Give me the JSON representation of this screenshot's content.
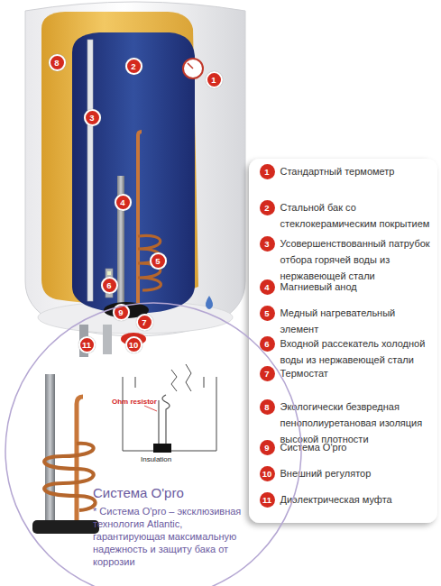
{
  "diagram": {
    "nodes": [
      {
        "text": [
          "8"
        ]
      },
      {
        "text": [
          "2"
        ]
      },
      {
        "text": [
          "1"
        ]
      },
      {
        "text": [
          "3"
        ]
      },
      {
        "text": [
          "4"
        ]
      },
      {
        "text": [
          "5"
        ]
      },
      {
        "text": [
          "6"
        ]
      },
      {
        "text": [
          "9"
        ]
      },
      {
        "text": [
          "7"
        ]
      },
      {
        "text": [
          "11"
        ]
      },
      {
        "text": [
          "10"
        ]
      },
      {
        "text": [
          "1",
          "Стандартный термометр"
        ]
      },
      {
        "text": [
          "2",
          "Стальной бак со стеклокерамическим покрытием"
        ]
      },
      {
        "text": [
          "3",
          "Усовершенствованный патрубок отбора горячей воды из нержавеющей стали"
        ]
      },
      {
        "text": [
          "4",
          "Магниевый анод"
        ]
      },
      {
        "text": [
          "5",
          "Медный нагревательный элемент"
        ]
      },
      {
        "text": [
          "6",
          "Входной рассекатель холодной воды из нержавеющей стали"
        ]
      },
      {
        "text": [
          "7",
          "Термостат"
        ]
      },
      {
        "text": [
          "8",
          "Экологически безвредная пенополиуретановая изоляция высокой плотности"
        ]
      },
      {
        "text": [
          "9",
          "Система O'pro"
        ]
      },
      {
        "text": [
          "10",
          "Внешний регулятор"
        ]
      },
      {
        "text": [
          "11",
          "Диэлектрическая муфта"
        ]
      },
      {
        "text": [
          "Система O'pro",
          "* Система O'pro – эксклюзивная технология Atlantic, гарантирующая максимальную надежность и защиту бака от коррозии"
        ]
      }
    ],
    "labels": [
      "Ohm resistor",
      "Insulation"
    ]
  }
}
